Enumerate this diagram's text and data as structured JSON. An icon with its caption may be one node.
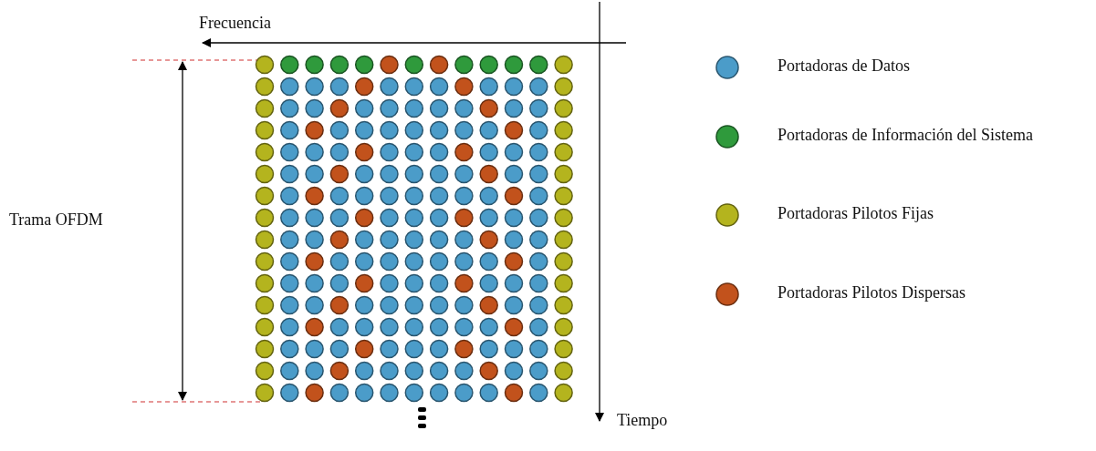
{
  "diagram": {
    "labels": [
      "Frecuencia",
      "Trama OFDM",
      "Tiempo"
    ],
    "legend": [
      {
        "text": "Portadoras de Datos",
        "color": "#4b9cc9"
      },
      {
        "text": "Portadoras de Información del Sistema",
        "color": "#2f9a3c"
      },
      {
        "text": "Portadoras Pilotos Fijas",
        "color": "#b4b41e"
      },
      {
        "text": "Portadoras Pilotos Dispersas",
        "color": "#c2521c"
      }
    ]
  }
}
